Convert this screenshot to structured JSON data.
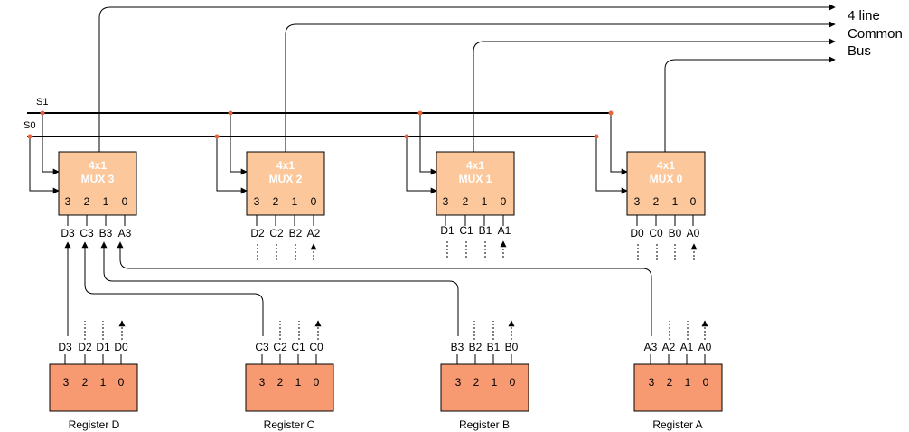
{
  "bus_label": [
    "4 line",
    "Common",
    "Bus"
  ],
  "select_lines": [
    "S1",
    "S0"
  ],
  "muxes": [
    {
      "title": "4x1",
      "name": "MUX 3",
      "pins": [
        "3",
        "2",
        "1",
        "0"
      ],
      "inputs": [
        "D3",
        "C3",
        "B3",
        "A3"
      ]
    },
    {
      "title": "4x1",
      "name": "MUX 2",
      "pins": [
        "3",
        "2",
        "1",
        "0"
      ],
      "inputs": [
        "D2",
        "C2",
        "B2",
        "A2"
      ]
    },
    {
      "title": "4x1",
      "name": "MUX 1",
      "pins": [
        "3",
        "2",
        "1",
        "0"
      ],
      "inputs": [
        "D1",
        "C1",
        "B1",
        "A1"
      ]
    },
    {
      "title": "4x1",
      "name": "MUX 0",
      "pins": [
        "3",
        "2",
        "1",
        "0"
      ],
      "inputs": [
        "D0",
        "C0",
        "B0",
        "A0"
      ]
    }
  ],
  "registers": [
    {
      "name": "Register D",
      "bits": [
        "3",
        "2",
        "1",
        "0"
      ],
      "outputs": [
        "D3",
        "D2",
        "D1",
        "D0"
      ]
    },
    {
      "name": "Register C",
      "bits": [
        "3",
        "2",
        "1",
        "0"
      ],
      "outputs": [
        "C3",
        "C2",
        "C1",
        "C0"
      ]
    },
    {
      "name": "Register B",
      "bits": [
        "3",
        "2",
        "1",
        "0"
      ],
      "outputs": [
        "B3",
        "B2",
        "B1",
        "B0"
      ]
    },
    {
      "name": "Register A",
      "bits": [
        "3",
        "2",
        "1",
        "0"
      ],
      "outputs": [
        "A3",
        "A2",
        "A1",
        "A0"
      ]
    }
  ],
  "colors": {
    "mux_fill": "#fcc89b",
    "register_fill": "#f79a72",
    "junction": "#e8643c",
    "wire": "#000000"
  }
}
